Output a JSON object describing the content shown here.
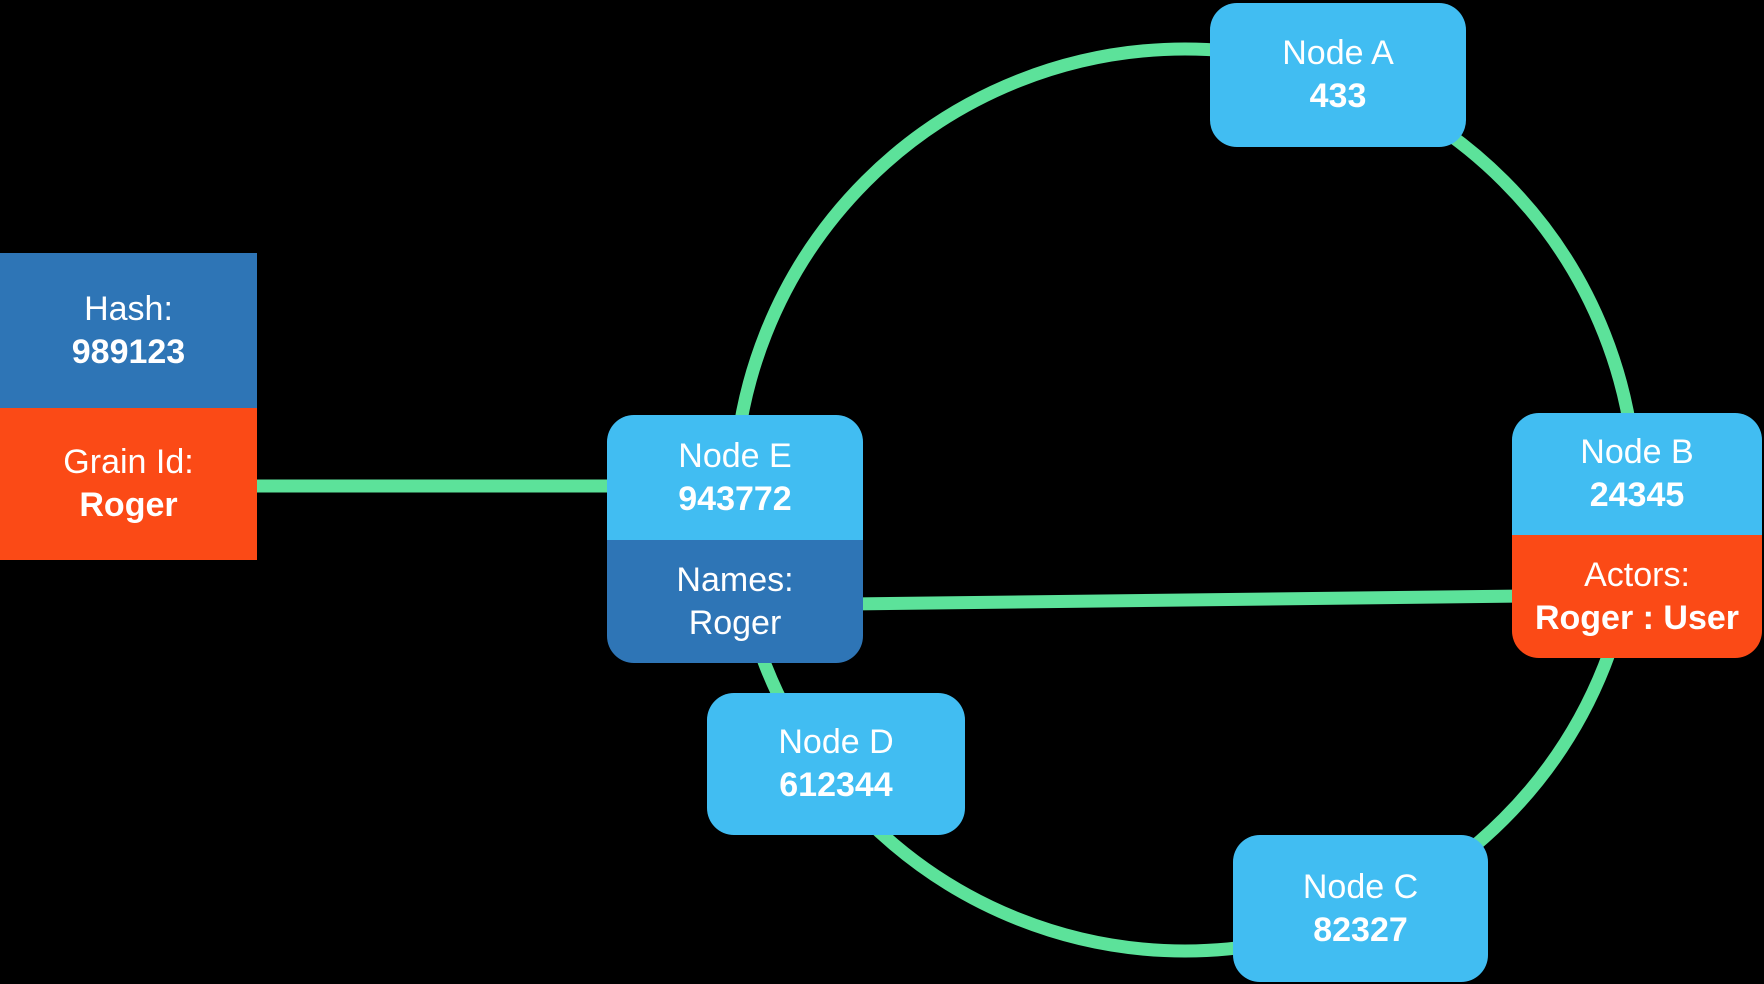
{
  "canvas": {
    "background": "#000000"
  },
  "colors": {
    "node_blue": "#41BDF2",
    "detail_blue": "#2E75B6",
    "detail_orange": "#FB4A16",
    "connector_green": "#5CE29A",
    "text": "#FFFFFF"
  },
  "grain_card": {
    "hash_label": "Hash:",
    "hash_value": "989123",
    "grain_label": "Grain Id:",
    "grain_value": "Roger"
  },
  "nodes": {
    "a": {
      "title": "Node A",
      "value": "433"
    },
    "b": {
      "title": "Node B",
      "value": "24345",
      "detail_label": "Actors:",
      "detail_value": "Roger : User"
    },
    "c": {
      "title": "Node C",
      "value": "82327"
    },
    "d": {
      "title": "Node D",
      "value": "612344"
    },
    "e": {
      "title": "Node E",
      "value": "943772",
      "detail_label": "Names:",
      "detail_value": "Roger"
    }
  }
}
